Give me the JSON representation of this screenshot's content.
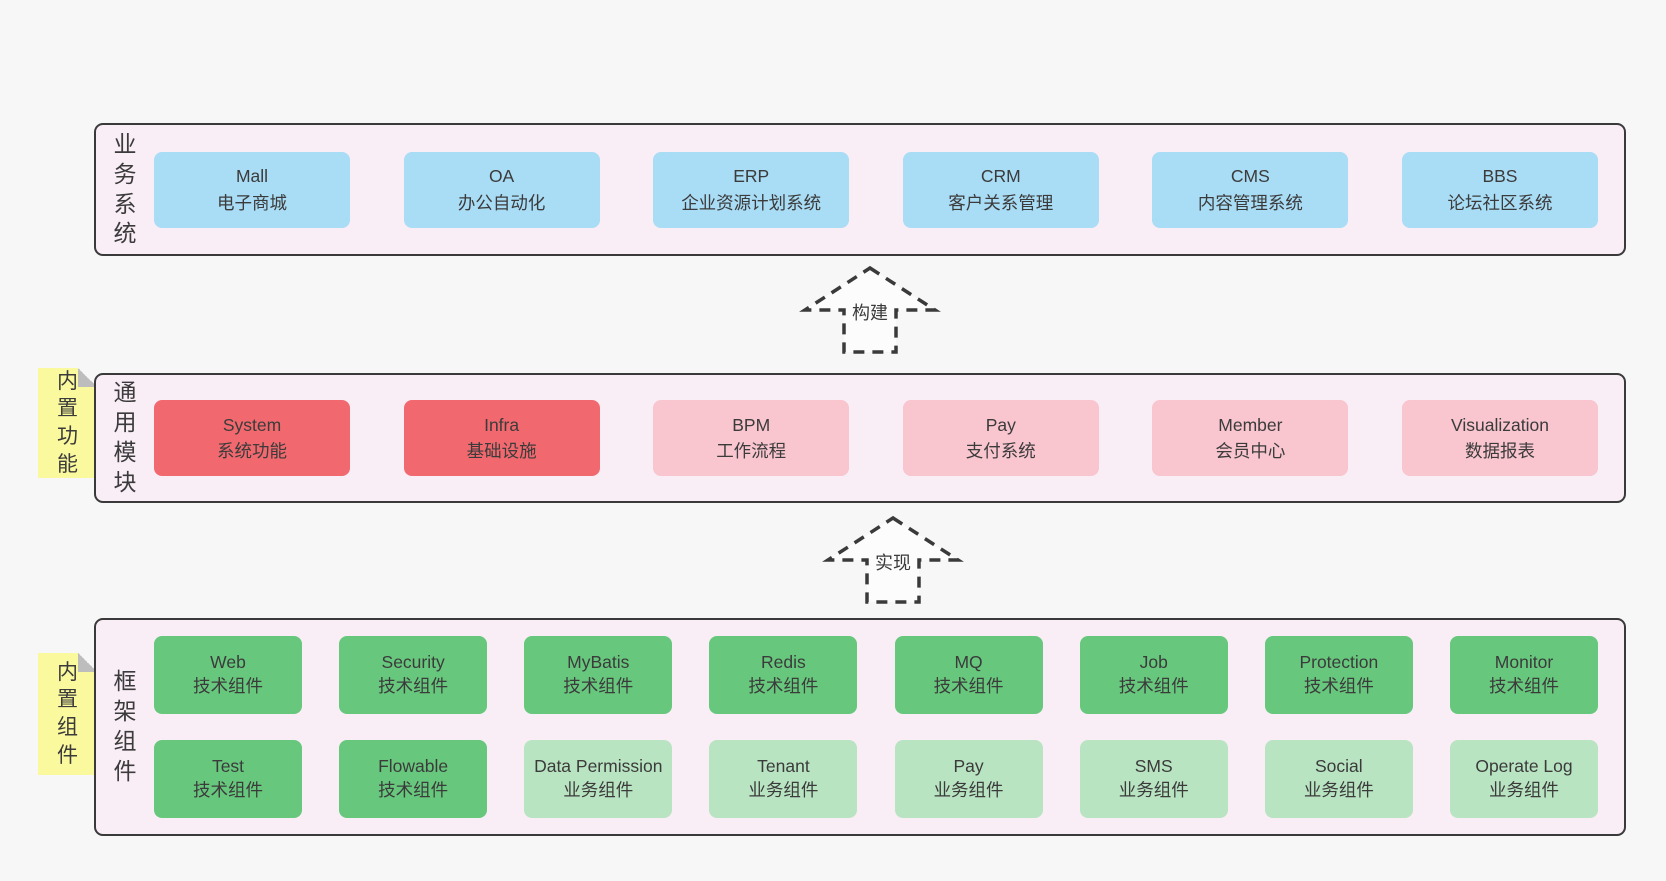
{
  "colors": {
    "page_bg": "#f7f7f7",
    "band_bg": "#f9edf6",
    "band_border": "#3a3a3a",
    "text": "#3b3b3b",
    "blue": "#a9dcf5",
    "red": "#f1696e",
    "pink": "#f9c5cf",
    "green": "#67c87d",
    "green_light": "#b9e4c2",
    "sticky": "#fbf99e",
    "sticky_fold": "#bdbdbd"
  },
  "arrows": [
    {
      "label": "构建"
    },
    {
      "label": "实现"
    }
  ],
  "bands": [
    {
      "label": "业务系统",
      "boxes": [
        {
          "title": "Mall",
          "subtitle": "电子商城",
          "variant": "blue"
        },
        {
          "title": "OA",
          "subtitle": "办公自动化",
          "variant": "blue"
        },
        {
          "title": "ERP",
          "subtitle": "企业资源计划系统",
          "variant": "blue"
        },
        {
          "title": "CRM",
          "subtitle": "客户关系管理",
          "variant": "blue"
        },
        {
          "title": "CMS",
          "subtitle": "内容管理系统",
          "variant": "blue"
        },
        {
          "title": "BBS",
          "subtitle": "论坛社区系统",
          "variant": "blue"
        }
      ]
    },
    {
      "label": "通用模块",
      "sticky": "内置功能",
      "boxes": [
        {
          "title": "System",
          "subtitle": "系统功能",
          "variant": "red"
        },
        {
          "title": "Infra",
          "subtitle": "基础设施",
          "variant": "red"
        },
        {
          "title": "BPM",
          "subtitle": "工作流程",
          "variant": "pink"
        },
        {
          "title": "Pay",
          "subtitle": "支付系统",
          "variant": "pink"
        },
        {
          "title": "Member",
          "subtitle": "会员中心",
          "variant": "pink"
        },
        {
          "title": "Visualization",
          "subtitle": "数据报表",
          "variant": "pink"
        }
      ]
    },
    {
      "label": "框架组件",
      "sticky": "内置组件",
      "rows": [
        [
          {
            "title": "Web",
            "subtitle": "技术组件",
            "variant": "green"
          },
          {
            "title": "Security",
            "subtitle": "技术组件",
            "variant": "green"
          },
          {
            "title": "MyBatis",
            "subtitle": "技术组件",
            "variant": "green"
          },
          {
            "title": "Redis",
            "subtitle": "技术组件",
            "variant": "green"
          },
          {
            "title": "MQ",
            "subtitle": "技术组件",
            "variant": "green"
          },
          {
            "title": "Job",
            "subtitle": "技术组件",
            "variant": "green"
          },
          {
            "title": "Protection",
            "subtitle": "技术组件",
            "variant": "green"
          },
          {
            "title": "Monitor",
            "subtitle": "技术组件",
            "variant": "green"
          }
        ],
        [
          {
            "title": "Test",
            "subtitle": "技术组件",
            "variant": "green"
          },
          {
            "title": "Flowable",
            "subtitle": "技术组件",
            "variant": "green"
          },
          {
            "title": "Data Permission",
            "subtitle": "业务组件",
            "variant": "lgreen"
          },
          {
            "title": "Tenant",
            "subtitle": "业务组件",
            "variant": "lgreen"
          },
          {
            "title": "Pay",
            "subtitle": "业务组件",
            "variant": "lgreen"
          },
          {
            "title": "SMS",
            "subtitle": "业务组件",
            "variant": "lgreen"
          },
          {
            "title": "Social",
            "subtitle": "业务组件",
            "variant": "lgreen"
          },
          {
            "title": "Operate Log",
            "subtitle": "业务组件",
            "variant": "lgreen"
          }
        ]
      ]
    }
  ]
}
